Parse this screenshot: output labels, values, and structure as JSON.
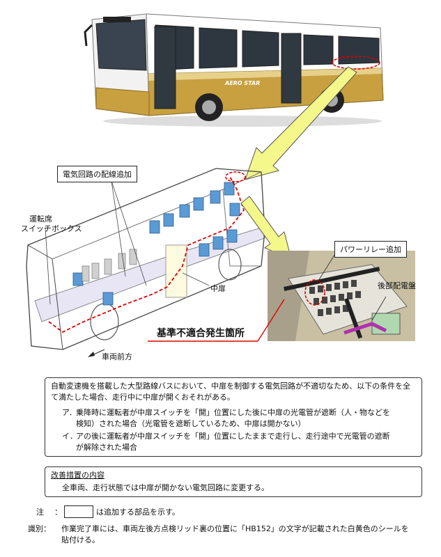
{
  "labels": {
    "circuit_added": "電気回路の配線追加",
    "driver_switch_box_1": "運転席",
    "driver_switch_box_2": "スイッチボックス",
    "middle_door": "中扉",
    "vehicle_front": "車両前方",
    "power_relay_added": "パワーリレー追加",
    "rear_panel": "後部配電盤",
    "defect_location": "基準不適合発生箇所",
    "bus_brand": "AERO STAR"
  },
  "description": {
    "intro": "自動変速機を搭載した大型路線バスにおいて、中扉を制御する電気回路が不適切なため、以下の条件を全て満たした場合、走行中に中扉が開くおそれがある。",
    "item_a_mark": "ア．",
    "item_a_line1": "乗降時に運転者が中扉スイッチを「開」位置にした後に中扉の光電管が遮断（人・物などを",
    "item_a_line2": "検知）された場合（光電管を遮断しているため、中扉は開かない）",
    "item_i_mark": "イ．",
    "item_i_line1": "アの後に運転者が中扉スイッチを「開」位置にしたままで走行し、走行途中で光電管の遮断",
    "item_i_line2": "が解除された場合"
  },
  "remedy": {
    "title": "改善措置の内容",
    "text": "全車両、走行状態では中扉が開かない電気回路に変更する。"
  },
  "notes": {
    "note_label": "注",
    "note_colon": "：",
    "note_text": "は追加する部品を示す。",
    "id_label": "識別：",
    "id_line1": "作業完了車には、車両左後方点検リッド裏の位置に「HB152」の文字が記載された白黄色のシールを",
    "id_line2": "貼付ける。"
  },
  "colors": {
    "accent_red": "#e00000",
    "arrow_yellow": "#f4f78a",
    "bus_gold": "#c8a040",
    "seat_blue": "#5b9bd5"
  }
}
